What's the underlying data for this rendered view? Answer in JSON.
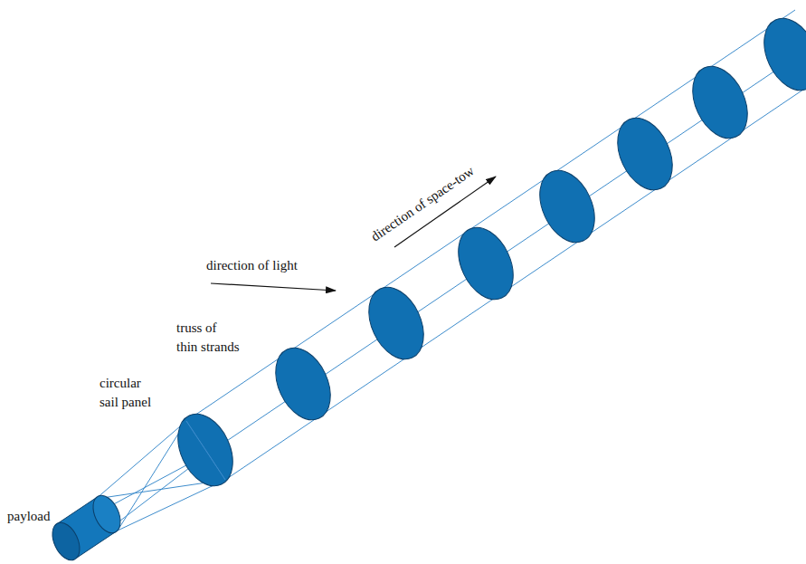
{
  "diagram": {
    "labels": [
      "direction of space-tow",
      "direction of light",
      "truss of thin strands",
      "circular sail panel",
      "payload"
    ]
  }
}
